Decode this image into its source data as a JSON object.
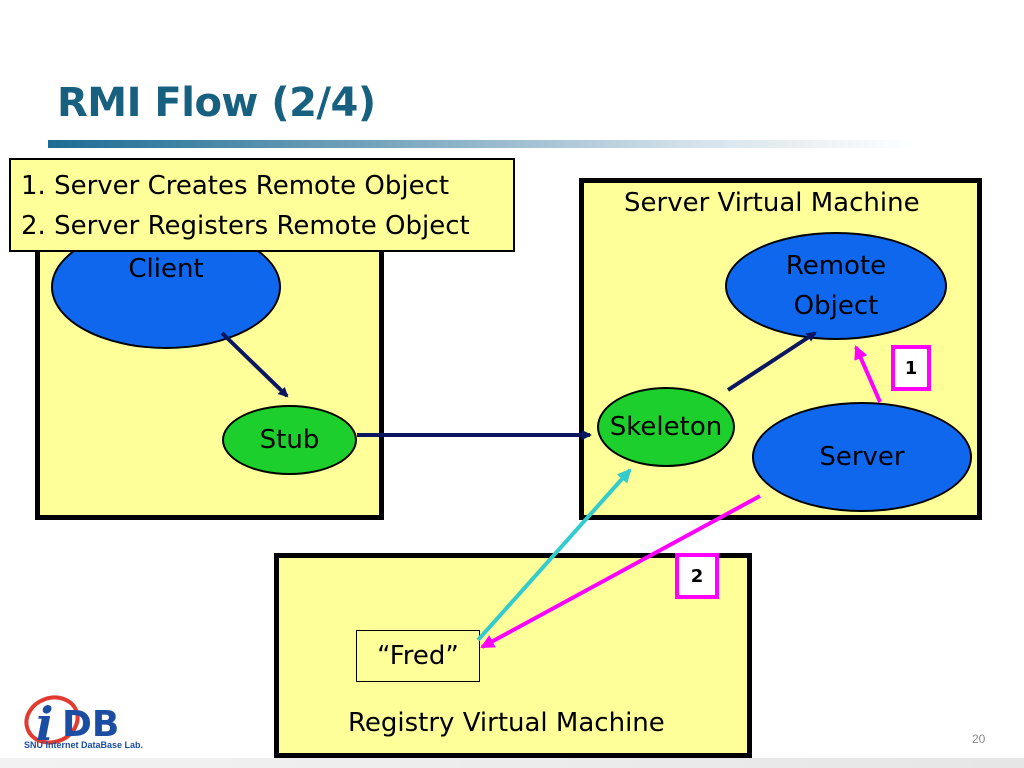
{
  "slide": {
    "title": "RMI Flow (2/4)",
    "page_number": "20"
  },
  "notes": {
    "line1": "1. Server Creates Remote Object",
    "line2": "2. Server Registers Remote Object"
  },
  "client_vm": {
    "client_label": "Client",
    "stub_label": "Stub"
  },
  "server_vm": {
    "title": "Server Virtual Machine",
    "remote_object_line1": "Remote",
    "remote_object_line2": "Object",
    "skeleton_label": "Skeleton",
    "server_label": "Server",
    "step1": "1"
  },
  "registry_vm": {
    "title": "Registry Virtual Machine",
    "entry": "“Fred”",
    "step2": "2"
  },
  "logo": {
    "mark": "DB",
    "subtitle": "SNU Internet DataBase Lab."
  },
  "colors": {
    "title": "#17607f",
    "box_fill": "#ffff99",
    "blue_node": "#0f67ee",
    "green_node": "#1ccf2c",
    "navy_arrow": "#0a1660",
    "magenta_arrow": "#ff00ff",
    "cyan_arrow": "#33cccc"
  }
}
